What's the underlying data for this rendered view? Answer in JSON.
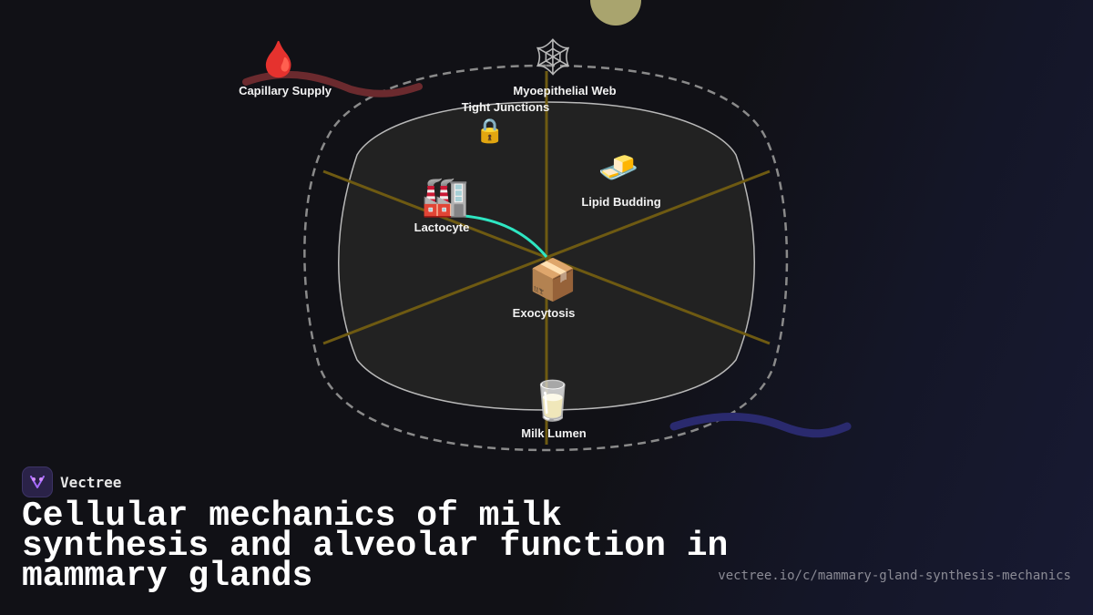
{
  "brand": {
    "name": "Vectree",
    "logo_icon": "vectree-logo-icon"
  },
  "title": "Cellular mechanics of milk synthesis and alveolar function in mammary glands",
  "url": "vectree.io/c/mammary-gland-synthesis-mechanics",
  "colors": {
    "background": "#111116",
    "spoke": "#6e5a12",
    "alveolus_fill": "#222222",
    "alveolus_stroke": "#b9b9b9",
    "flow_arrow": "#2ee6c2",
    "capillary_ribbon": "#6b2a2e",
    "lumen_ribbon": "#2a2a6e",
    "moon": "#a9a46e"
  },
  "nodes": [
    {
      "id": "capillary-supply",
      "label": "Capillary Supply",
      "icon": "blood-drop-icon",
      "glyph": "🩸"
    },
    {
      "id": "myoepithelial-web",
      "label": "Myoepithelial Web",
      "icon": "web-icon",
      "glyph": "🕸"
    },
    {
      "id": "tight-junctions",
      "label": "Tight Junctions",
      "icon": "lock-icon",
      "glyph": "🔒"
    },
    {
      "id": "lipid-budding",
      "label": "Lipid Budding",
      "icon": "butter-icon",
      "glyph": "🧈"
    },
    {
      "id": "lactocyte",
      "label": "Lactocyte",
      "icon": "factory-icon",
      "glyph": "🏭"
    },
    {
      "id": "exocytosis",
      "label": "Exocytosis",
      "icon": "package-icon",
      "glyph": "📦"
    },
    {
      "id": "milk-lumen",
      "label": "Milk Lumen",
      "icon": "milk-glass-icon",
      "glyph": "🥛"
    }
  ]
}
